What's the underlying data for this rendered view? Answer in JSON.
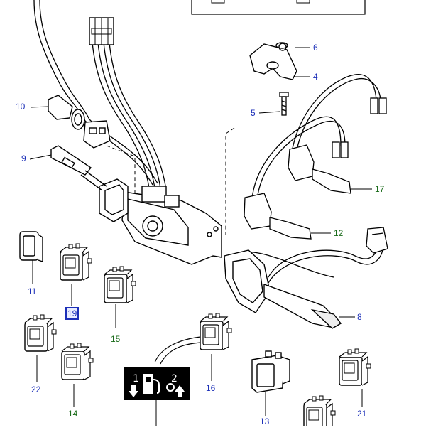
{
  "diagram": {
    "callouts": [
      {
        "id": "1",
        "label": "1"
      },
      {
        "id": "2",
        "label": "2"
      },
      {
        "id": "4",
        "label": "4"
      },
      {
        "id": "5",
        "label": "5"
      },
      {
        "id": "6",
        "label": "6"
      },
      {
        "id": "8",
        "label": "8"
      },
      {
        "id": "9",
        "label": "9"
      },
      {
        "id": "10",
        "label": "10"
      },
      {
        "id": "11",
        "label": "11"
      },
      {
        "id": "12",
        "label": "12"
      },
      {
        "id": "13",
        "label": "13"
      },
      {
        "id": "14",
        "label": "14"
      },
      {
        "id": "15",
        "label": "15"
      },
      {
        "id": "16",
        "label": "16"
      },
      {
        "id": "17",
        "label": "17"
      },
      {
        "id": "19",
        "label": "19"
      },
      {
        "id": "21",
        "label": "21"
      },
      {
        "id": "22",
        "label": "22"
      }
    ],
    "selected_callout": "19",
    "colors": {
      "line": "#000000",
      "callout_blue": "#1c2fb8",
      "callout_green": "#1a6b1a",
      "panel_black": "#000000"
    }
  }
}
